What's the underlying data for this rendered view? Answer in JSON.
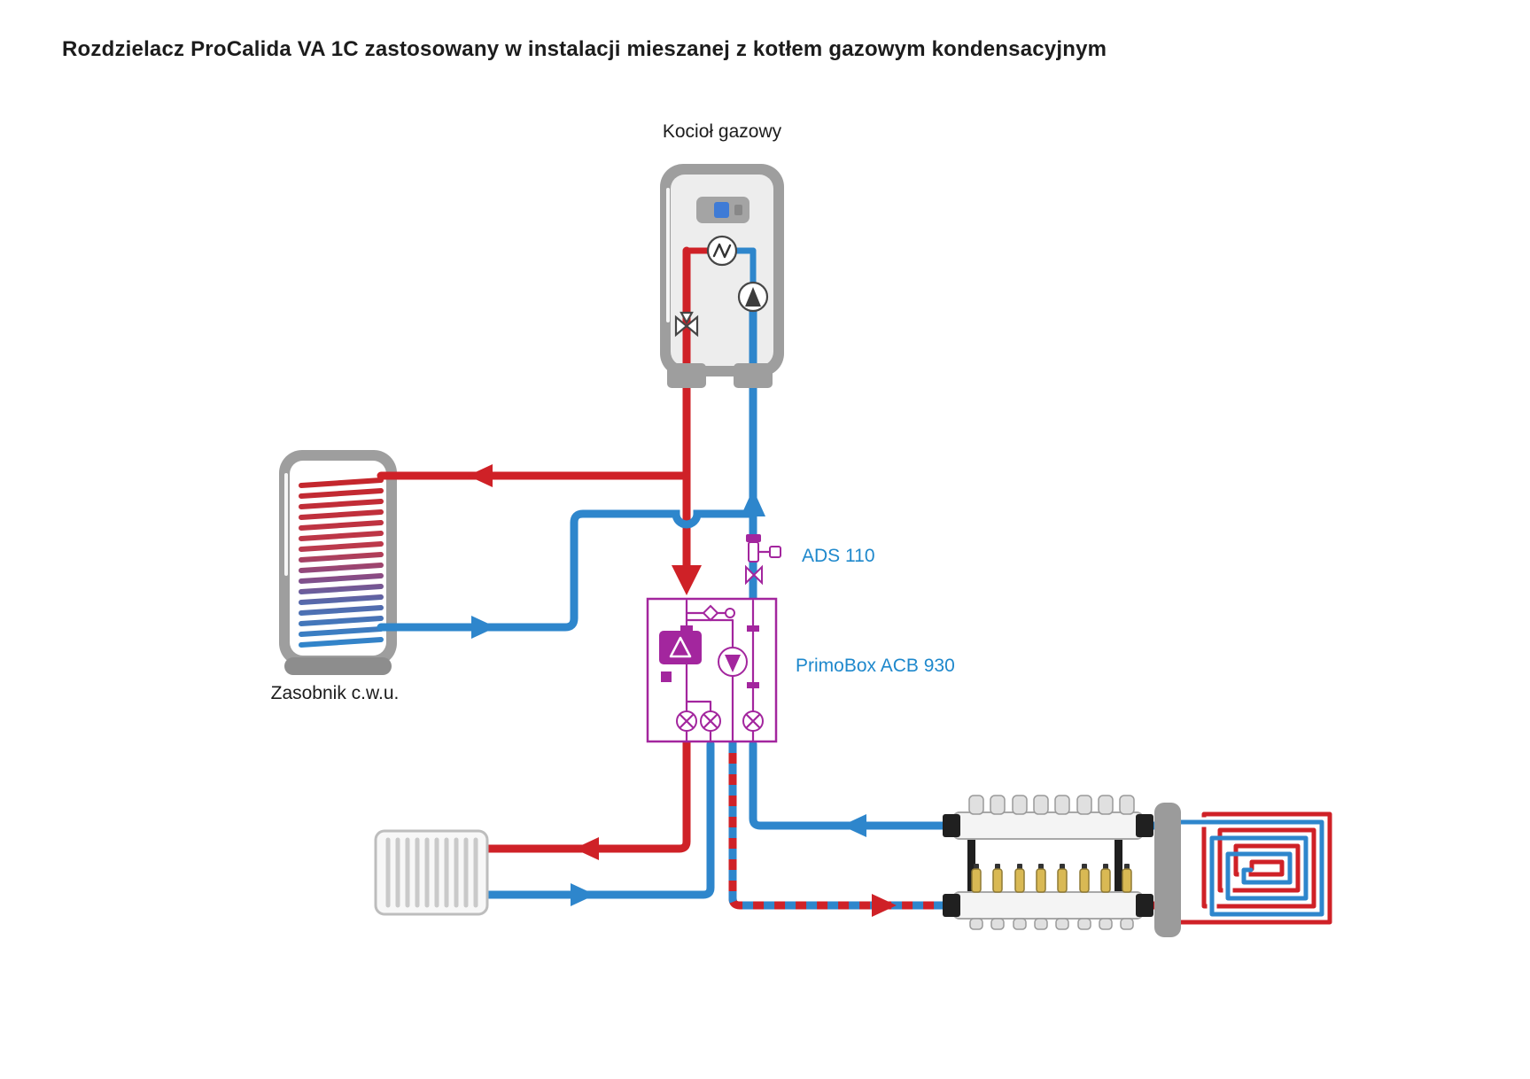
{
  "title": "Rozdzielacz ProCalida VA 1C zastosowany w instalacji mieszanej z kotłem gazowym kondensacyjnym",
  "labels": {
    "boiler": "Kocioł gazowy",
    "tank": "Zasobnik c.w.u.",
    "air_separator": "ADS 110",
    "mixing_station": "PrimoBox ACB 930"
  },
  "colors": {
    "supply_pipe": "#cf2127",
    "return_pipe": "#2e86cc",
    "component_outline": "#a3269e",
    "label_text": "#1e88cc",
    "title_text": "#1c1c1c",
    "equipment_gray": "#9e9e9e"
  }
}
